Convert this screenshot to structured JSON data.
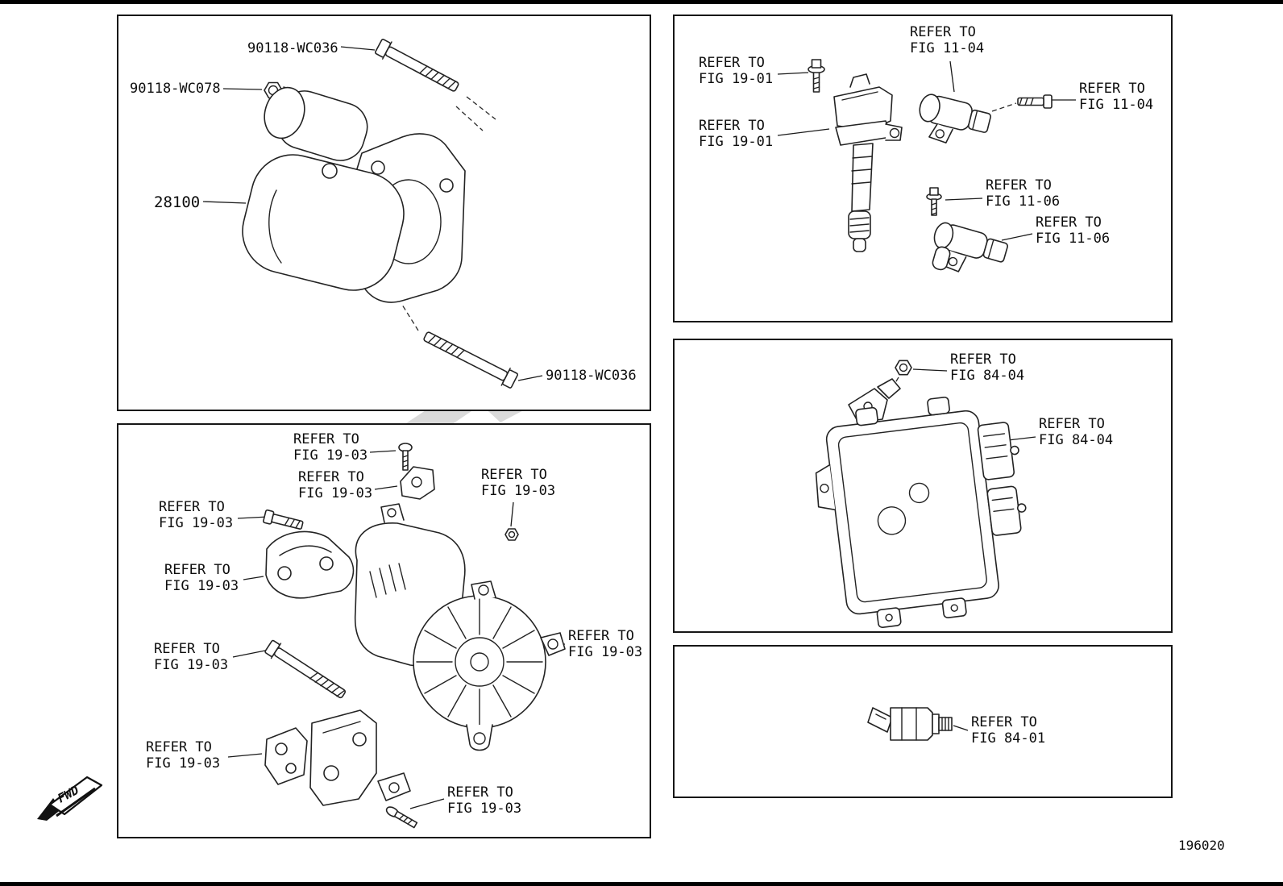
{
  "page": {
    "drawing_number": "196020",
    "fwd_label": "FWD",
    "colors": {
      "line": "#232323",
      "background": "#ffffff",
      "watermark": "#bdbdbd"
    }
  },
  "panel_starter": {
    "labels": {
      "bolt_top": "90118-WC036",
      "nut": "90118-WC078",
      "starter": "28100",
      "bolt_bottom": "90118-WC036"
    }
  },
  "panel_alternator": {
    "labels": {
      "screw_top": "REFER TO\nFIG 19-03",
      "plate": "REFER TO\nFIG 19-03",
      "bolt_upper": "REFER TO\nFIG 19-03",
      "bracket_upper": "REFER TO\nFIG 19-03",
      "nut_center": "REFER TO\nFIG 19-03",
      "bolt_long": "REFER TO\nFIG 19-03",
      "alternator": "REFER TO\nFIG 19-03",
      "bracket_lower": "REFER TO\nFIG 19-03",
      "screw_bottom": "REFER TO\nFIG 19-03"
    }
  },
  "panel_ignition": {
    "labels": {
      "coil_bolt": "REFER TO\nFIG 19-01",
      "cam_sensor": "REFER TO\nFIG 11-04",
      "cam_bolt": "REFER TO\nFIG 11-04",
      "coil": "REFER TO\nFIG 19-01",
      "crank_bolt": "REFER TO\nFIG 11-06",
      "crank_sensor": "REFER TO\nFIG 11-06"
    }
  },
  "panel_ecu": {
    "labels": {
      "nut": "REFER TO\nFIG 84-04",
      "ecu": "REFER TO\nFIG 84-04"
    }
  },
  "panel_switch": {
    "labels": {
      "oil_pressure_switch": "REFER TO\nFIG 84-01"
    }
  }
}
